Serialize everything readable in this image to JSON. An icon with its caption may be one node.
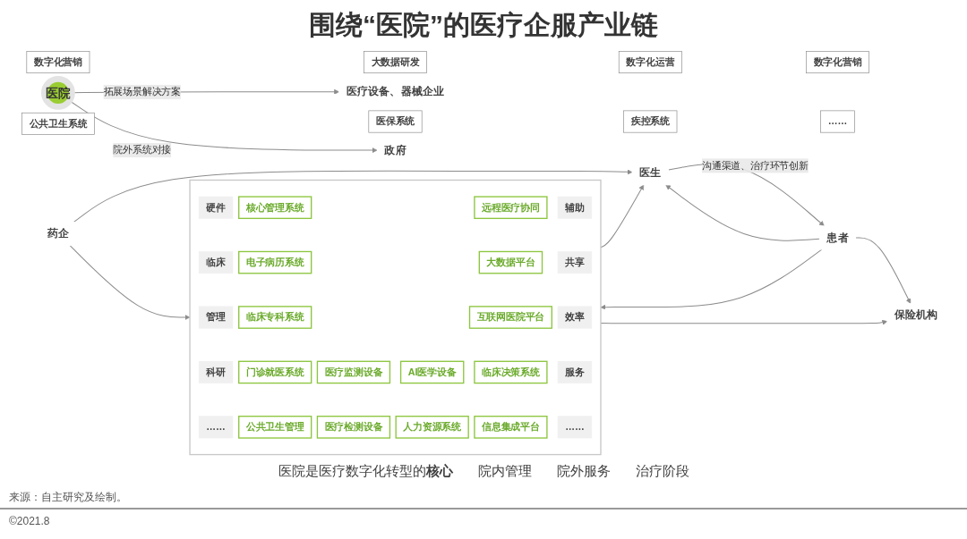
{
  "diagram": {
    "title": "围绕“医院”的医疗企服产业链",
    "caption": "来源：自主研究及绘制。",
    "nodes": [
      {
        "text": [
          "医疗设备、器械企业"
        ]
      },
      {
        "text": [
          "数字化营销"
        ]
      },
      {
        "text": [
          "大数据研发"
        ]
      },
      {
        "text": [
          "药企"
        ]
      },
      {
        "text": [
          "数字化运营"
        ]
      },
      {
        "text": [
          "数字化营销"
        ]
      },
      {
        "text": [
          "医院"
        ]
      },
      {
        "text": [],
        "shape": "box"
      },
      {
        "text": [
          "硬件"
        ],
        "in": 7
      },
      {
        "text": [
          "临床"
        ],
        "in": 7
      },
      {
        "text": [
          "管理"
        ],
        "in": 7
      },
      {
        "text": [
          "科研"
        ],
        "in": 7
      },
      {
        "text": [
          "……"
        ],
        "in": 7
      },
      {
        "text": [
          "核心管理系统"
        ],
        "in": 7
      },
      {
        "text": [
          "电子病历系统"
        ],
        "in": 7
      },
      {
        "text": [
          "临床专科系统"
        ],
        "in": 7
      },
      {
        "text": [
          "门诊就医系统"
        ],
        "in": 7
      },
      {
        "text": [
          "医疗监测设备"
        ],
        "in": 7
      },
      {
        "text": [
          "AI医学设备"
        ],
        "in": 7
      },
      {
        "text": [
          "公共卫生管理"
        ],
        "in": 7
      },
      {
        "text": [
          "医疗检测设备"
        ],
        "in": 7
      },
      {
        "text": [
          "人力资源系统"
        ],
        "in": 7
      },
      {
        "text": [
          "远程医疗协同"
        ],
        "in": 7
      },
      {
        "text": [
          "大数据平台"
        ],
        "in": 7
      },
      {
        "text": [
          "互联网医院平台"
        ],
        "in": 7
      },
      {
        "text": [
          "临床决策系统"
        ],
        "in": 7
      },
      {
        "text": [
          "信息集成平台"
        ],
        "in": 7
      },
      {
        "text": [
          "辅助"
        ],
        "in": 7
      },
      {
        "text": [
          "共享"
        ],
        "in": 7
      },
      {
        "text": [
          "效率"
        ],
        "in": 7
      },
      {
        "text": [
          "服务"
        ],
        "in": 7
      },
      {
        "text": [
          "……"
        ],
        "in": 7
      },
      {
        "text": [
          "政府"
        ]
      },
      {
        "text": [
          "公共卫生系统"
        ]
      },
      {
        "text": [
          "医保系统"
        ]
      },
      {
        "text": [
          "疾控系统"
        ]
      },
      {
        "text": [
          "……"
        ]
      },
      {
        "text": [
          "保险机构"
        ]
      },
      {
        "text": [
          "医生"
        ]
      },
      {
        "text": [
          "患者"
        ]
      }
    ],
    "edges": [
      {
        "from": 6,
        "to": 0,
        "label": "拓展场景解决方案",
        "arrow": "to"
      },
      {
        "from": 6,
        "to": 32,
        "label": "院外系统对接",
        "arrow": "to"
      },
      {
        "from": 3,
        "to": 7,
        "arrow": "to"
      },
      {
        "from": 7,
        "to": 38,
        "arrow": "to"
      },
      {
        "from": 3,
        "to": 38,
        "arrow": "to"
      },
      {
        "from": 38,
        "to": 39,
        "label": "沟通渠道、治疗环节创新",
        "arrow": "to"
      },
      {
        "from": 39,
        "to": 38,
        "arrow": "to"
      },
      {
        "from": 39,
        "to": 7,
        "arrow": "to"
      },
      {
        "from": 7,
        "to": 37,
        "arrow": "to"
      },
      {
        "from": 39,
        "to": 37,
        "arrow": "to"
      }
    ],
    "labels": [
      "医院是医疗数字化转型的**核心**",
      "院内管理",
      "院外服务",
      "治疗阶段",
      "©2021.8"
    ]
  }
}
